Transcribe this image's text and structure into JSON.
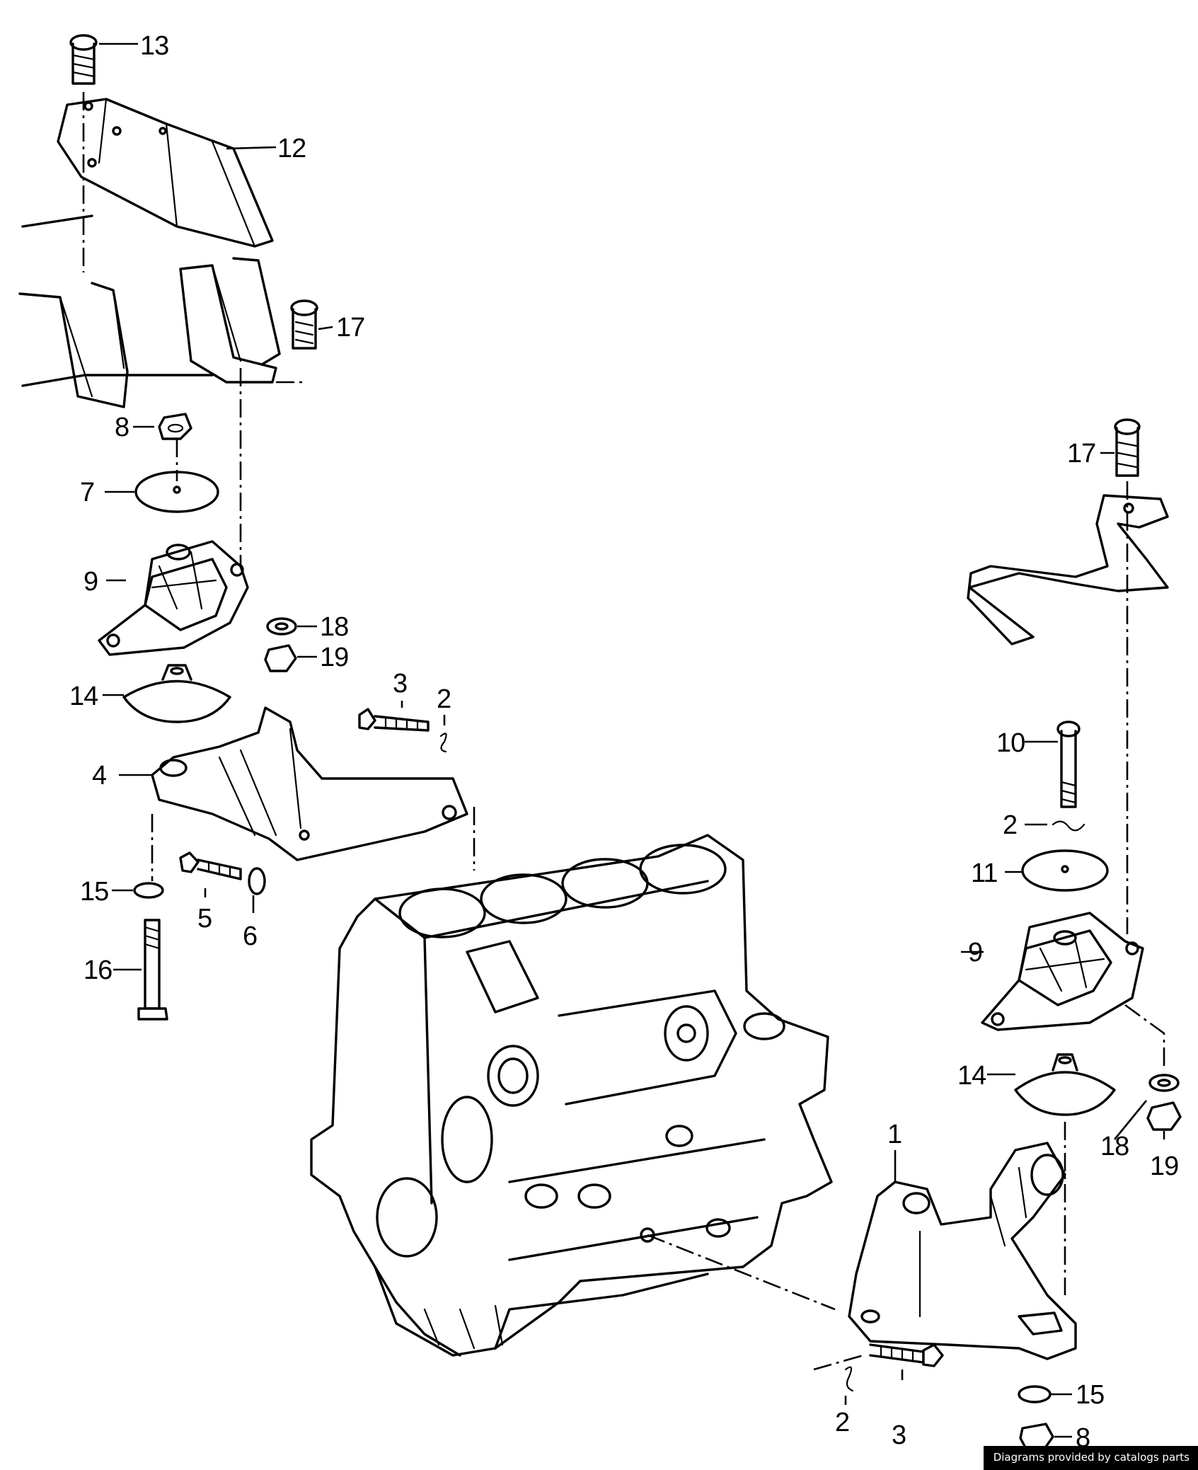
{
  "diagram": {
    "callouts": [
      "13",
      "12",
      "17",
      "8",
      "7",
      "9",
      "18",
      "19",
      "14",
      "3",
      "2",
      "4",
      "15",
      "5",
      "6",
      "16",
      "17",
      "10",
      "2",
      "11",
      "9",
      "14",
      "18",
      "19",
      "1",
      "15",
      "2",
      "3",
      "8"
    ]
  },
  "footer": {
    "credit": "Diagrams provided by catalogs parts"
  }
}
